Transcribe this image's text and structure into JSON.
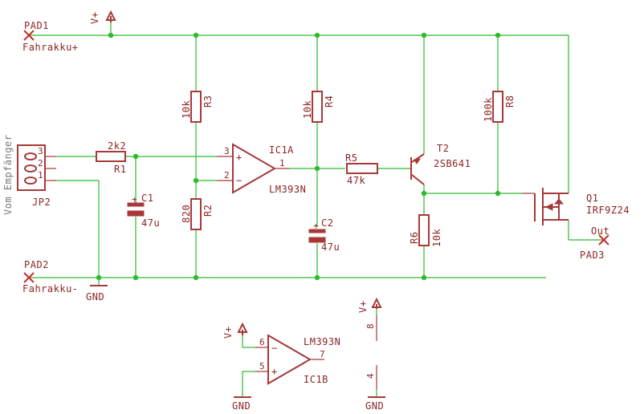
{
  "pads": {
    "pad1": "PAD1",
    "pad1_net": "Fahrakku+",
    "pad2": "PAD2",
    "pad2_net": "Fahrakku-",
    "pad3": "PAD3",
    "pad3_net": "Out"
  },
  "supply": {
    "vplus": "V+",
    "gnd": "GND"
  },
  "connector": {
    "name": "JP2",
    "label": "Vom Empfänger",
    "pins": [
      "3",
      "2",
      "1"
    ]
  },
  "resistors": {
    "r1": {
      "name": "R1",
      "value": "2k2"
    },
    "r2": {
      "name": "R2",
      "value": "820"
    },
    "r3": {
      "name": "R3",
      "value": "10k"
    },
    "r4": {
      "name": "R4",
      "value": "10k"
    },
    "r5": {
      "name": "R5",
      "value": "47k"
    },
    "r6": {
      "name": "R6",
      "value": "10k"
    },
    "r8": {
      "name": "R8",
      "value": "100k"
    }
  },
  "capacitors": {
    "c1": {
      "name": "C1",
      "value": "47u"
    },
    "c2": {
      "name": "C2",
      "value": "47u"
    }
  },
  "ic1a": {
    "name": "IC1A",
    "part": "LM393N",
    "pin_plus": "3",
    "pin_minus": "2",
    "pin_out": "1",
    "plus_sign": "+",
    "minus_sign": "−"
  },
  "ic1b": {
    "name": "IC1B",
    "part": "LM393N",
    "pin_minus": "6",
    "pin_plus": "5",
    "pin_out": "7",
    "plus_sign": "+",
    "minus_sign": "−"
  },
  "power_pins": {
    "vcc": "8",
    "gnd": "4"
  },
  "transistor": {
    "name": "T2",
    "part": "2SB641"
  },
  "mosfet": {
    "name": "Q1",
    "part": "IRF9Z24"
  },
  "colors": {
    "wire": "#2dbb2d",
    "part": "#a83838",
    "pad": "#c23030",
    "text": "#8c2424"
  }
}
